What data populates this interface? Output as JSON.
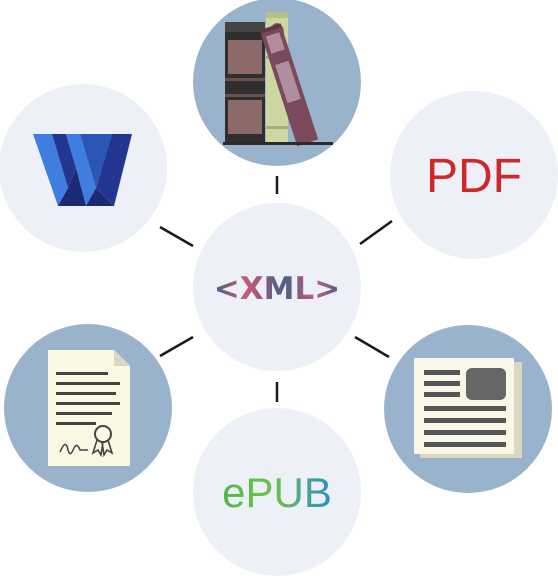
{
  "diagram": {
    "hub": {
      "label": "<XML>"
    },
    "nodes": [
      {
        "id": "word",
        "icon": "word-w-icon"
      },
      {
        "id": "books",
        "icon": "books-icon"
      },
      {
        "id": "pdf",
        "label": "PDF",
        "icon": "pdf-text"
      },
      {
        "id": "certificate",
        "icon": "certificate-icon"
      },
      {
        "id": "epub",
        "label": "ePUB",
        "icon": "epub-text"
      },
      {
        "id": "article",
        "icon": "newspaper-icon"
      }
    ],
    "colors": {
      "light_circle": "#eef0f7",
      "blue_circle": "#9ab3cc",
      "connector": "#1a1a1a",
      "pdf_red": "#cc2a2a",
      "word_dark_blue": "#23368f",
      "word_light_blue": "#3f7ee0",
      "epub_green": "#4fb74b",
      "epub_blue": "#2a8fc7",
      "xml_pink": "#c85a78",
      "xml_slate": "#4a5f86"
    }
  }
}
